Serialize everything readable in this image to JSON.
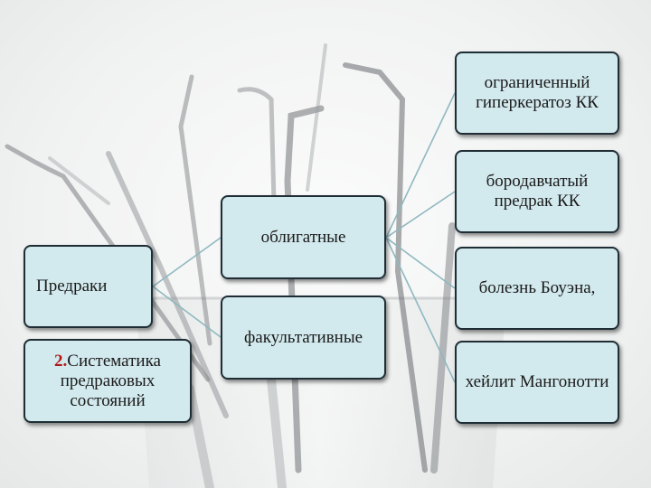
{
  "diagram": {
    "nodes": {
      "root": {
        "label": "Предраки"
      },
      "obligate": {
        "label": "облигатные"
      },
      "facultative": {
        "label": "факультативные"
      },
      "limited_hyperkeratosis": {
        "label": "ограниченный гиперкератоз КК"
      },
      "verrucous_precancer": {
        "label": "бородавчатый предрак КК"
      },
      "bowen_disease": {
        "label": "болезнь Боуэна,"
      },
      "manganotti_cheilitis": {
        "label": "хейлит Мангонотти"
      },
      "systematics": {
        "number": "2.",
        "label": "Систематика предраковых состояний"
      }
    },
    "edges": [
      [
        "root",
        "obligate"
      ],
      [
        "root",
        "facultative"
      ],
      [
        "obligate",
        "limited_hyperkeratosis"
      ],
      [
        "obligate",
        "verrucous_precancer"
      ],
      [
        "obligate",
        "bowen_disease"
      ],
      [
        "obligate",
        "manganotti_cheilitis"
      ]
    ]
  },
  "colors": {
    "node_fill": "#d2e9ed",
    "node_border": "#1f2e35",
    "connector": "#8fb8c0",
    "number_accent": "#b01818"
  },
  "background": {
    "image": "dental-instruments-in-glass"
  }
}
